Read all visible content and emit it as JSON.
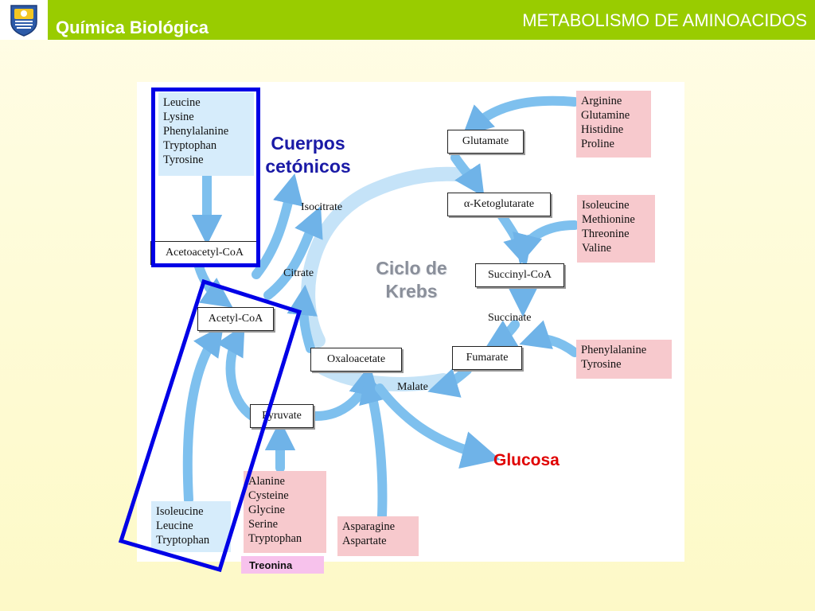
{
  "header": {
    "course_title": "Química Biológica",
    "topic_title": "METABOLISMO DE AMINOACIDOS",
    "bar_color": "#99cc00",
    "logo_icon": "university-shield-icon"
  },
  "annotations": {
    "ketone_bodies_line1": "Cuerpos",
    "ketone_bodies_line2": "cetónicos",
    "krebs_line1": "Ciclo de",
    "krebs_line2": "Krebs",
    "glucose": "Glucosa",
    "threonine": "Treonina"
  },
  "metabolites": {
    "acetoacetyl_coa": "Acetoacetyl-CoA",
    "acetyl_coa": "Acetyl-CoA",
    "pyruvate": "Pyruvate",
    "glutamate": "Glutamate",
    "alpha_ketoglutarate": "α-Ketoglutarate",
    "succinyl_coa": "Succinyl-CoA",
    "fumarate": "Fumarate",
    "oxaloacetate": "Oxaloacetate",
    "isocitrate": "Isocitrate",
    "citrate": "Citrate",
    "succinate": "Succinate",
    "malate": "Malate"
  },
  "amino_acid_groups": {
    "ketogenic_top": [
      "Leucine",
      "Lysine",
      "Phenylalanine",
      "Tryptophan",
      "Tyrosine"
    ],
    "to_glutamate": [
      "Arginine",
      "Glutamine",
      "Histidine",
      "Proline"
    ],
    "to_succinyl_coa": [
      "Isoleucine",
      "Methionine",
      "Threonine",
      "Valine"
    ],
    "to_fumarate": [
      "Phenylalanine",
      "Tyrosine"
    ],
    "to_pyruvate": [
      "Alanine",
      "Cysteine",
      "Glycine",
      "Serine",
      "Tryptophan"
    ],
    "to_oxaloacetate": [
      "Asparagine",
      "Aspartate"
    ],
    "to_acetyl_coa": [
      "Isoleucine",
      "Leucine",
      "Tryptophan"
    ]
  },
  "colors": {
    "ketogenic_box": "#d6ecfb",
    "glucogenic_box": "#f7c9cd",
    "arrow": "#6fb3e8",
    "highlight": "#0000e6",
    "glucose_text": "#e00000",
    "ketone_text": "#1a1aa6"
  }
}
